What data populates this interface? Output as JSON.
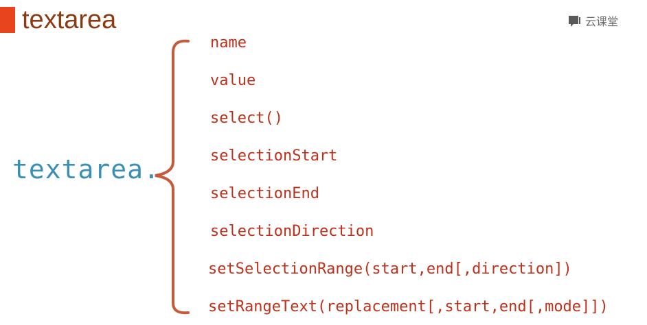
{
  "slide": {
    "title": "textarea",
    "object_label": "textarea.",
    "logo_text": "云课堂",
    "accent_color": "#e8451e",
    "title_color": "#8b3a12",
    "member_color": "#c0301a",
    "object_color": "#3a8fb5"
  },
  "members": [
    "name",
    "value",
    "select()",
    "selectionStart",
    "selectionEnd",
    "selectionDirection",
    "setSelectionRange(start,end[,direction])",
    "setRangeText(replacement[,start,end[,mode]])"
  ]
}
